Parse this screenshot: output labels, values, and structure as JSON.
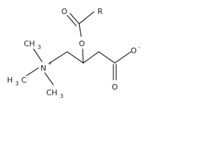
{
  "molecule": {
    "atoms": {
      "carbonyl_o": "O",
      "r_group": "R",
      "ester_o": "O",
      "nitrogen": "N",
      "n_charge": "+",
      "methyl_top": "CH",
      "methyl_top_sub": "3",
      "methyl_left": "H",
      "methyl_left_c": "C",
      "methyl_left_sub": "3",
      "methyl_bottom": "CH",
      "methyl_bottom_sub": "3",
      "carboxylate_o": "O",
      "carboxylate_charge": "-",
      "carboxyl_o": "O"
    },
    "colors": {
      "ink": "#222222",
      "background": "#ffffff"
    }
  }
}
